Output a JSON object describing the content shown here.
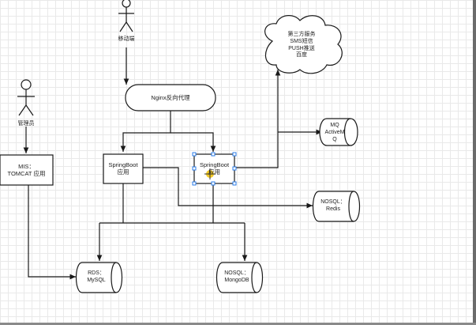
{
  "actors": {
    "mobile": "移动端",
    "admin": "管理员"
  },
  "nodes": {
    "nginx": "Nginx反向代理",
    "mis": [
      "MIS：",
      "TOMCAT 应用"
    ],
    "springboot1": [
      "SpringBoot",
      "应用"
    ],
    "springboot2": [
      "SpringBoot",
      "应用"
    ],
    "third_party": [
      "第三方服务",
      "SMS短信",
      "PUSH推送",
      "百度"
    ],
    "mq": [
      "MQ",
      "ActiveM",
      "Q"
    ],
    "redis": [
      "NOSQL：",
      "Redis"
    ],
    "mysql": [
      "RDS：",
      "MySQL"
    ],
    "mongodb": [
      "NOSQL：",
      "MongoDB"
    ]
  },
  "colors": {
    "stroke": "#1a1a1a",
    "fill": "#ffffff",
    "selection": "#2b7ce9",
    "cursor": "#f0c000"
  }
}
